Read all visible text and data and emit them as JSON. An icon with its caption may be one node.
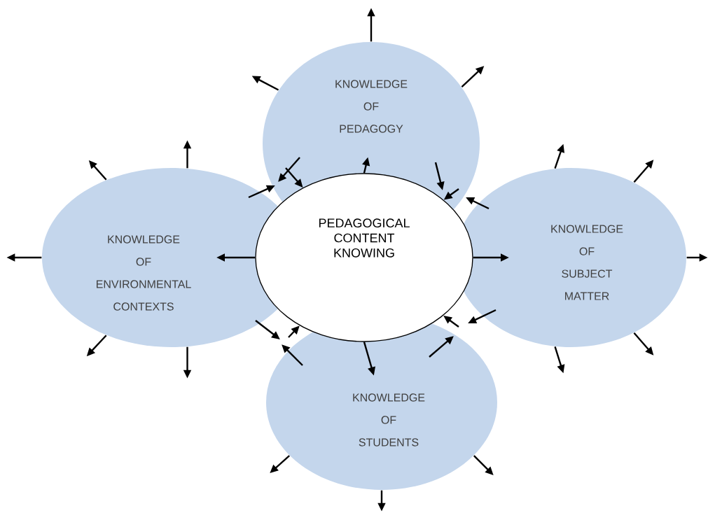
{
  "diagram": {
    "nodes": [
      {
        "text": [
          "KNOWLEDGE OF PEDAGOGY"
        ]
      },
      {
        "text": [
          "KNOWLEDGE OF ENVIRONMENTAL CONTEXTS"
        ]
      },
      {
        "text": [
          "PEDAGOGICAL CONTENT KNOWING"
        ]
      },
      {
        "text": [
          "KNOWLEDGE OF SUBJECT MATTER"
        ]
      },
      {
        "text": [
          "KNOWLEDGE OF STUDENTS"
        ]
      }
    ],
    "edges": [
      {
        "from": 2,
        "to": 0,
        "arrow": "to"
      },
      {
        "from": 2,
        "to": 1,
        "arrow": "to"
      },
      {
        "from": 2,
        "to": 3,
        "arrow": "to"
      },
      {
        "from": 2,
        "to": 4,
        "arrow": "to"
      },
      {
        "from": 0,
        "to": null,
        "arrow": "to"
      },
      {
        "from": 0,
        "to": null,
        "arrow": "to"
      },
      {
        "from": 0,
        "to": null,
        "arrow": "to"
      },
      {
        "from": 1,
        "to": null,
        "arrow": "to"
      },
      {
        "from": 1,
        "to": null,
        "arrow": "to"
      },
      {
        "from": 1,
        "to": null,
        "arrow": "to"
      },
      {
        "from": 1,
        "to": null,
        "arrow": "to"
      },
      {
        "from": 1,
        "to": null,
        "arrow": "to"
      },
      {
        "from": 3,
        "to": null,
        "arrow": "to"
      },
      {
        "from": 3,
        "to": null,
        "arrow": "to"
      },
      {
        "from": 3,
        "to": null,
        "arrow": "to"
      },
      {
        "from": 3,
        "to": null,
        "arrow": "to"
      },
      {
        "from": 3,
        "to": null,
        "arrow": "to"
      },
      {
        "from": 4,
        "to": null,
        "arrow": "to"
      },
      {
        "from": 4,
        "to": null,
        "arrow": "to"
      },
      {
        "from": 4,
        "to": null,
        "arrow": "to"
      },
      {
        "from": 0,
        "to": null,
        "arrow": "to"
      },
      {
        "from": 1,
        "to": 0,
        "arrow": "to"
      },
      {
        "from": 0,
        "to": 2,
        "arrow": "to"
      },
      {
        "from": 0,
        "to": null,
        "arrow": "to"
      },
      {
        "from": 3,
        "to": null,
        "arrow": "to"
      },
      {
        "from": 0,
        "to": 2,
        "arrow": "to"
      },
      {
        "from": 1,
        "to": null,
        "arrow": "to"
      },
      {
        "from": 4,
        "to": null,
        "arrow": "to"
      },
      {
        "from": null,
        "to": 2,
        "arrow": "to"
      },
      {
        "from": 3,
        "to": null,
        "arrow": "to"
      },
      {
        "from": 4,
        "to": null,
        "arrow": "to"
      },
      {
        "from": null,
        "to": 2,
        "arrow": "to"
      }
    ]
  }
}
